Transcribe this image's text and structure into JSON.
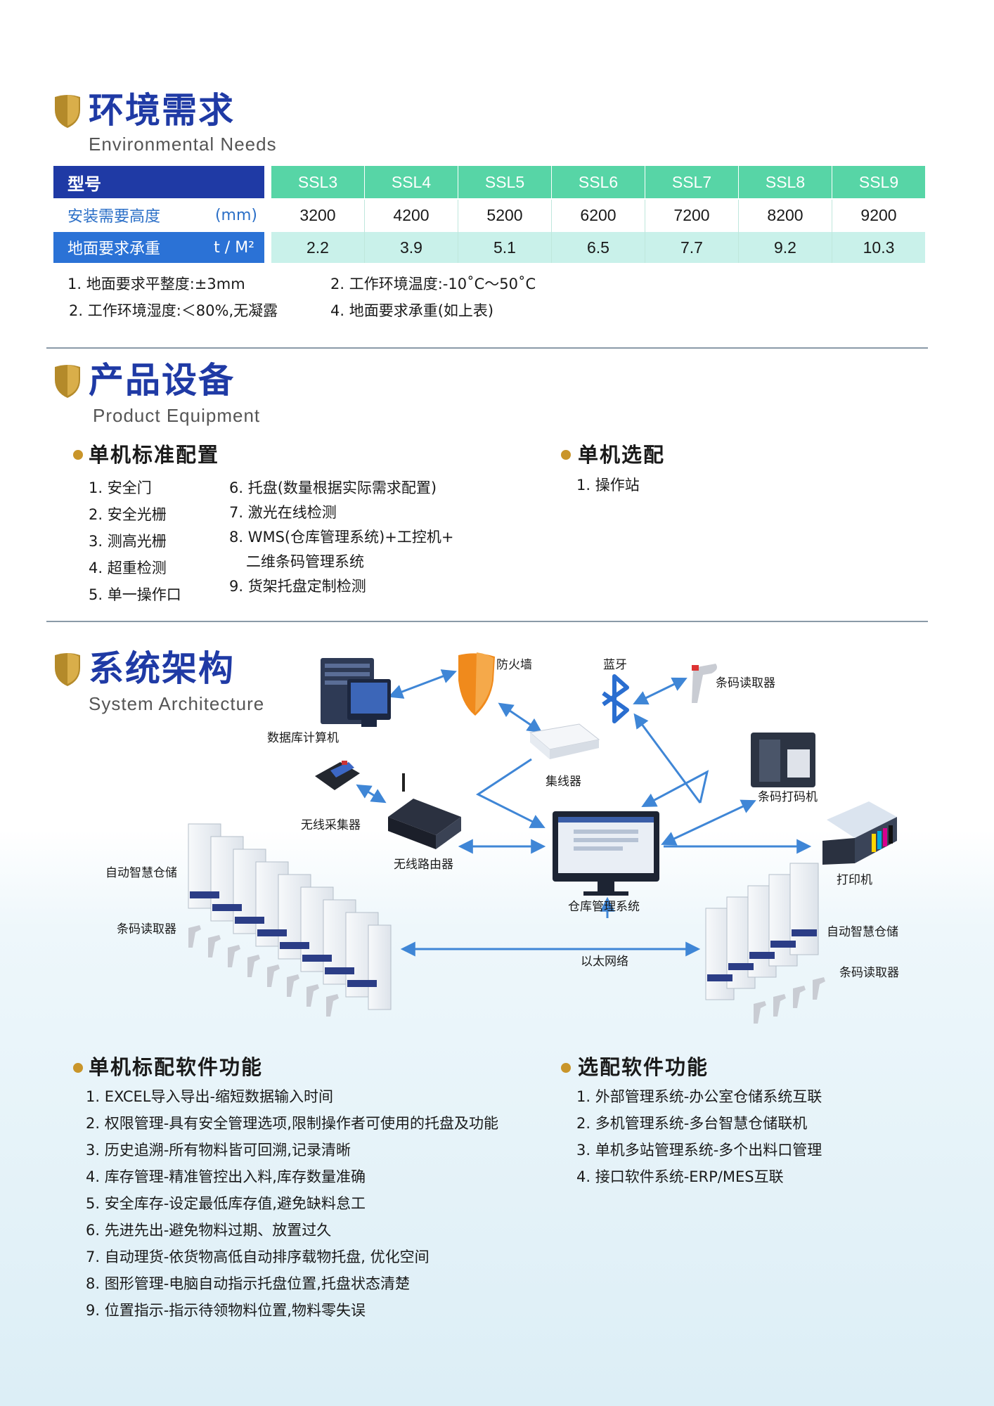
{
  "environment": {
    "title": "环境需求",
    "subtitle": "Environmental Needs",
    "table": {
      "model_label": "型号",
      "height_label": "安装需要高度",
      "height_unit": "(mm)",
      "load_label": "地面要求承重",
      "load_unit": "t / M²",
      "models": [
        "SSL3",
        "SSL4",
        "SSL5",
        "SSL6",
        "SSL7",
        "SSL8",
        "SSL9"
      ],
      "heights": [
        "3200",
        "4200",
        "5200",
        "6200",
        "7200",
        "8200",
        "9200"
      ],
      "loads": [
        "2.2",
        "3.9",
        "5.1",
        "6.5",
        "7.7",
        "9.2",
        "10.3"
      ]
    },
    "notes": [
      "1. 地面要求平整度:±3mm",
      "2. 工作环境温度:-10˚C～50˚C",
      "2. 工作环境湿度:＜80%,无凝露",
      "4. 地面要求承重(如上表)"
    ]
  },
  "product": {
    "title": "产品设备",
    "subtitle": "Product  Equipment",
    "standard_heading": "单机标准配置",
    "standard_col1": [
      "1. 安全门",
      "2. 安全光栅",
      "3. 测高光栅",
      "4. 超重检测",
      "5. 单一操作口"
    ],
    "standard_col2": [
      "6. 托盘(数量根据实际需求配置)",
      "7. 激光在线检测",
      "8. WMS(仓库管理系统)+工控机+",
      "二维条码管理系统",
      "9. 货架托盘定制检测"
    ],
    "optional_heading": "单机选配",
    "optional_items": [
      "1. 操作站"
    ]
  },
  "architecture": {
    "title": "系统架构",
    "subtitle": "System  Architecture",
    "labels": {
      "firewall": "防火墙",
      "bluetooth": "蓝牙",
      "barcode_reader_top": "条码读取器",
      "database_pc": "数据库计算机",
      "hub": "集线器",
      "barcode_printer": "条码打码机",
      "wireless_collector": "无线采集器",
      "wireless_router": "无线路由器",
      "printer": "打印机",
      "smart_storage_left": "自动智慧仓储",
      "barcode_reader_left": "条码读取器",
      "wms": "仓库管理系统",
      "ethernet": "以太网络",
      "smart_storage_right": "自动智慧仓储",
      "barcode_reader_right": "条码读取器"
    },
    "colors": {
      "arrow": "#3f86d6",
      "shield": "#f08a1c",
      "accent_gold": "#c9952a",
      "title_blue": "#1f3aa5"
    }
  },
  "software": {
    "standard_heading": "单机标配软件功能",
    "standard_items": [
      "1. EXCEL导入导出-缩短数据输入时间",
      "2. 权限管理-具有安全管理选项,限制操作者可使用的托盘及功能",
      "3. 历史追溯-所有物料皆可回溯,记录清晰",
      "4. 库存管理-精准管控出入料,库存数量准确",
      "5. 安全库存-设定最低库存值,避免缺料怠工",
      "6. 先进先出-避免物料过期、放置过久",
      "7. 自动理货-依货物高低自动排序载物托盘, 优化空间",
      "8. 图形管理-电脑自动指示托盘位置,托盘状态清楚",
      "9. 位置指示-指示待领物料位置,物料零失误"
    ],
    "optional_heading": "选配软件功能",
    "optional_items": [
      "1. 外部管理系统-办公室仓储系统互联",
      "2. 多机管理系统-多台智慧仓储联机",
      "3. 单机多站管理系统-多个出料口管理",
      "4. 接口软件系统-ERP/MES互联"
    ]
  }
}
